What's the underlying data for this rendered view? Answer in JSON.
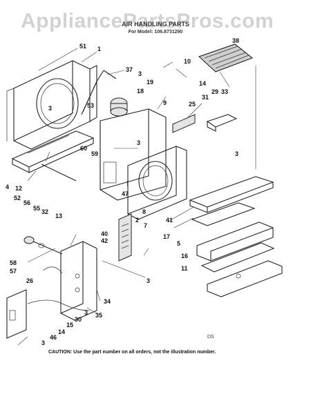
{
  "header": {
    "watermark": "AppliancePartsPros.com",
    "title": "AIR HANDLING PARTS",
    "model": "For Model: 106.8731290"
  },
  "footer": {
    "drawing_code": "DS",
    "caution": "CAUTION: Use the part number on all orders, not the illustration number."
  },
  "callouts": [
    "51",
    "1",
    "37",
    "3",
    "10",
    "38",
    "19",
    "18",
    "14",
    "33",
    "9",
    "25",
    "31",
    "29",
    "53",
    "3",
    "3",
    "60",
    "59",
    "3",
    "4",
    "12",
    "47",
    "2",
    "8",
    "52",
    "56",
    "55",
    "32",
    "13",
    "41",
    "17",
    "5",
    "40",
    "42",
    "7",
    "16",
    "11",
    "58",
    "57",
    "26",
    "3",
    "34",
    "35",
    "3",
    "30",
    "15",
    "14",
    "46",
    "3"
  ]
}
